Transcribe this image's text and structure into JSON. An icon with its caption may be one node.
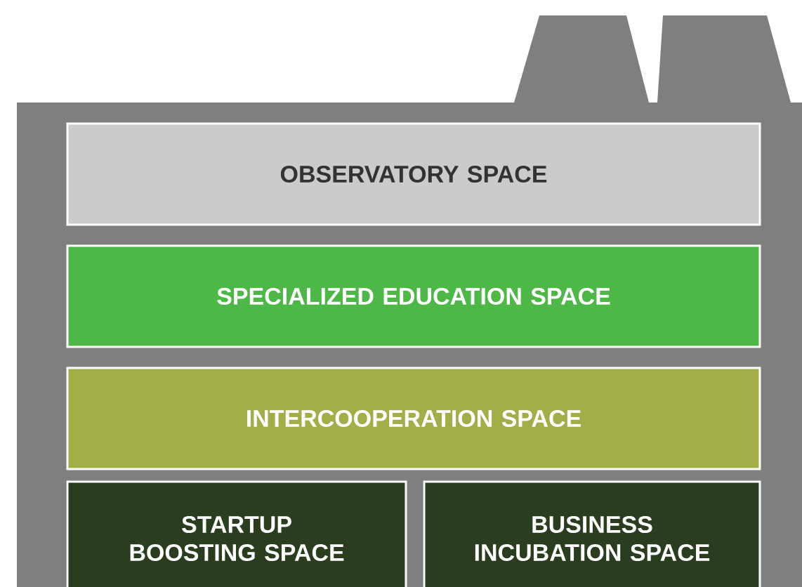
{
  "diagram": {
    "nodes": [
      {
        "text": [
          "OBSERVATORY SPACE"
        ]
      },
      {
        "text": [
          "SPECIALIZED EDUCATION SPACE"
        ]
      },
      {
        "text": [
          "INTERCOOPERATION SPACE"
        ]
      },
      {
        "text": [
          "STARTUP BOOSTING SPACE"
        ]
      },
      {
        "text": [
          "BUSINESS INCUBATION SPACE"
        ]
      }
    ]
  }
}
